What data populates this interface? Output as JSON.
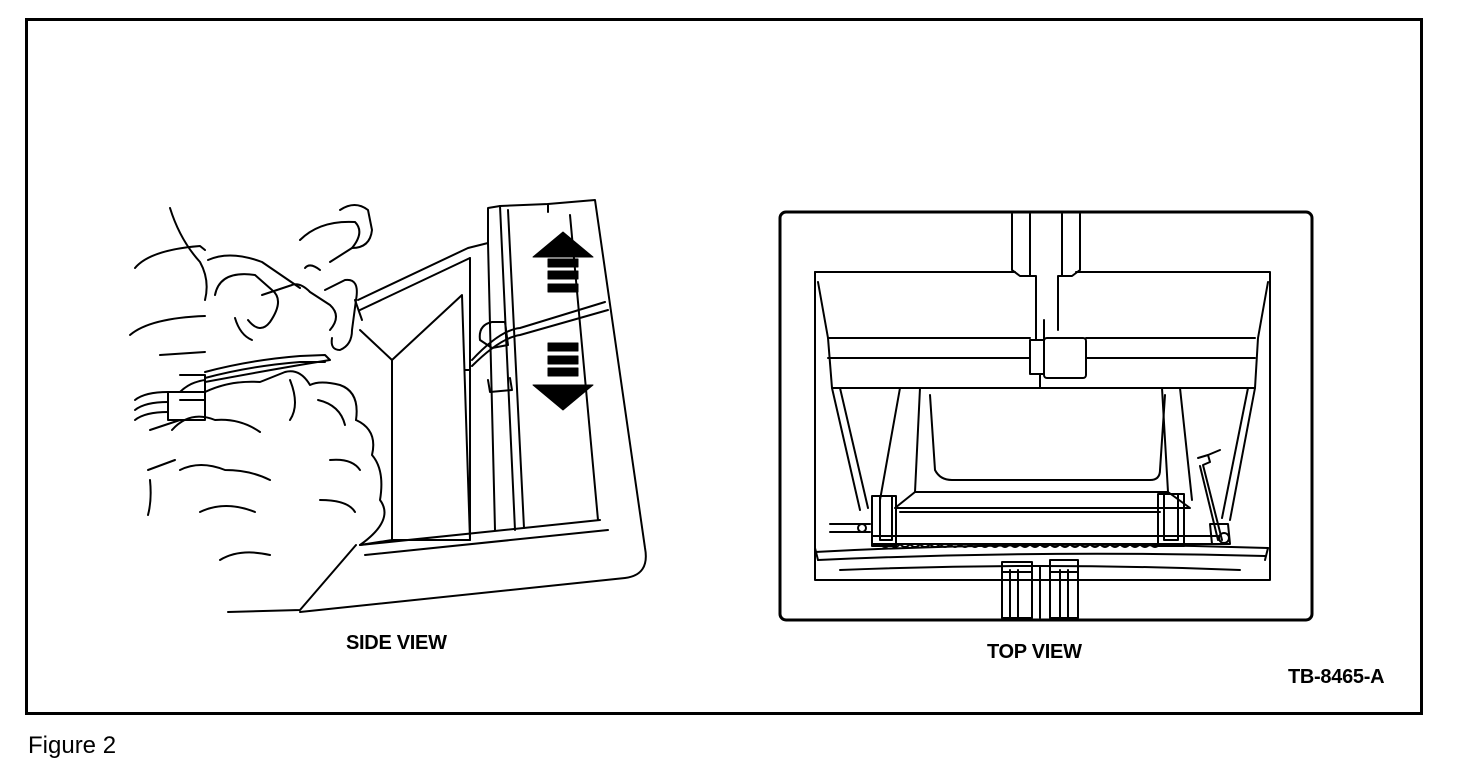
{
  "figure": {
    "caption": "Figure 2",
    "side_view_label": "SIDE VIEW",
    "top_view_label": "TOP VIEW",
    "drawing_number": "TB-8465-A"
  },
  "icons": {
    "up_arrow": "up-arrow-icon",
    "down_arrow": "down-arrow-icon"
  }
}
